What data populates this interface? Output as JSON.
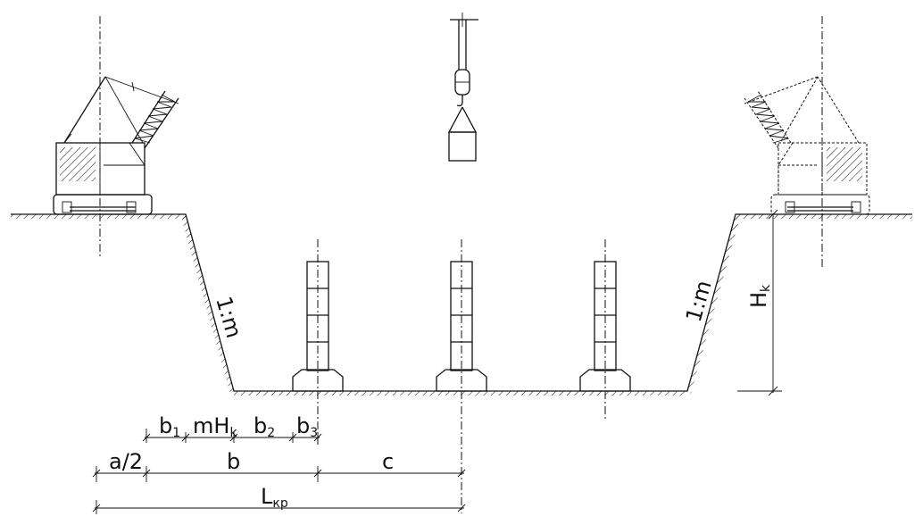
{
  "labels": {
    "slope_left": "1:m",
    "slope_right": "1:m",
    "depth": "H",
    "depth_sub": "k",
    "b1": "b",
    "b1_sub": "1",
    "mhk": "mH",
    "mhk_sub": "k",
    "b2": "b",
    "b2_sub": "2",
    "b3": "b",
    "b3_sub": "3",
    "a_half": "a/2",
    "b": "b",
    "c": "c",
    "lkr": "L",
    "lkr_sub": "кр"
  },
  "icons": {
    "crane_left": "crawler-crane-icon",
    "crane_right": "crawler-crane-dashed-icon",
    "hook": "crane-hook-with-load-icon",
    "columns": "column-on-footing-icon"
  }
}
